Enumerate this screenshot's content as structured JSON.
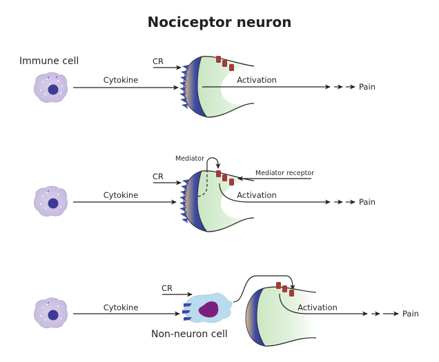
{
  "title": "Nociceptor neuron",
  "colors": {
    "immune_cell_body": "#cfc4e3",
    "immune_cell_nucleus": "#3e3a95",
    "neuron_body": "#cfe9c8",
    "neuron_membrane": "#3e4ba0",
    "membrane_inner": "#d9b88a",
    "receptor": "#a23b3b",
    "cytokine_receptor": "#3e4ba0",
    "non_neuron_cell": "#b9dbed",
    "non_neuron_nucleus": "#7b1f7a",
    "line": "#231f20"
  },
  "panels": [
    {
      "id": "direct",
      "source_label": "Immune cell",
      "cytokine_label": "Cytokine",
      "cr_label": "CR",
      "activation_label": "Activation",
      "output_label": "Pain"
    },
    {
      "id": "mediator",
      "cytokine_label": "Cytokine",
      "cr_label": "CR",
      "mediator_label": "Mediator",
      "mediator_receptor_label": "Mediator receptor",
      "activation_label": "Activation",
      "output_label": "Pain"
    },
    {
      "id": "non-neuron",
      "cytokine_label": "Cytokine",
      "cr_label": "CR",
      "intermediate_label": "Non-neuron cell",
      "activation_label": "Activation",
      "output_label": "Pain"
    }
  ]
}
